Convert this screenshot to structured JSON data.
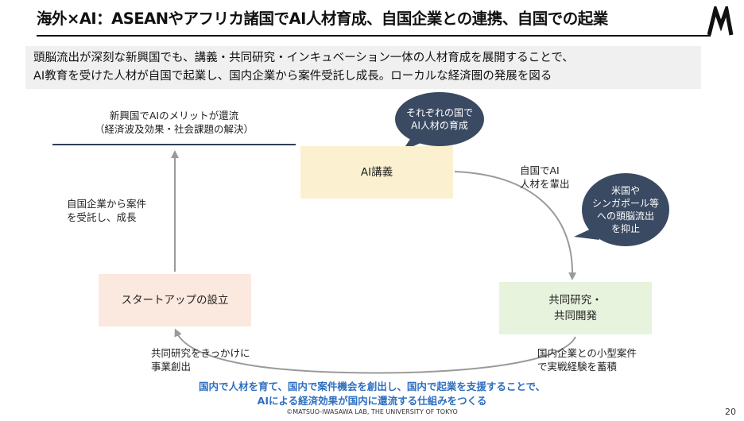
{
  "header": {
    "title": "海外×AI：ASEANやアフリカ諸国でAI人材育成、自国企業との連携、自国での起業"
  },
  "summary": {
    "line1": "頭脳流出が深刻な新興国でも、講義・共同研究・インキュベーション一体の人材育成を展開することで、",
    "line2": "AI教育を受けた人材が自国で起業し、国内企業から案件受託し成長。ローカルな経済圏の発展を図る"
  },
  "diagram": {
    "top_left_line1": "新興国でAIのメリットが還流",
    "top_left_line2": "（経済波及効果・社会課題の解決）",
    "left_line1": "自国企業から案件",
    "left_line2": "を受託し、成長",
    "bubble_top_line1": "それぞれの国で",
    "bubble_top_line2": "AI人材の育成",
    "box_ai": "AI講義",
    "right_top_line1": "自国でAI",
    "right_top_line2": "人材を輩出",
    "bubble_right_line1": "米国や",
    "bubble_right_line2": "シンガポール等",
    "bubble_right_line3": "への頭脳流出",
    "bubble_right_line4": "を抑止",
    "box_startup": "スタートアップの設立",
    "box_research_line1": "共同研究・",
    "box_research_line2": "共同開発",
    "bottom_left_line1": "共同研究をきっかけに",
    "bottom_left_line2": "事業創出",
    "bottom_right_line1": "国内企業との小型案件",
    "bottom_right_line2": "で実戦経験を蓄積"
  },
  "message": {
    "line1": "国内で人材を育て、国内で案件機会を創出し、国内で起業を支援することで、",
    "line2": "AIによる経済効果が国内に還流する仕組みをつくる"
  },
  "footer": {
    "copyright": "©MATSUO-IWASAWA LAB, THE UNIVERSITY OF TOKYO",
    "page_number": "20"
  },
  "colors": {
    "bubble": "#3a4a62",
    "rule": "#2f3e5a",
    "arrow": "#9a9a9a",
    "message": "#2e6fc0",
    "box_ai": "#fbf1d0",
    "box_startup": "#fbe8df",
    "box_research": "#e8f3de"
  }
}
